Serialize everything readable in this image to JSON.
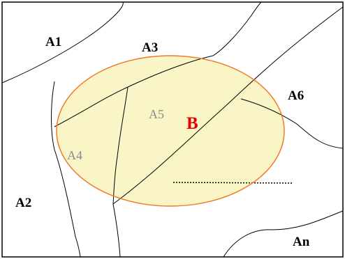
{
  "diagram": {
    "colors": {
      "border": "#000000",
      "boundary": "#000000",
      "ellipse_stroke": "#f07a2a",
      "ellipse_fill": "#faf5c6",
      "inner_label": "#8a8a8a",
      "ellipse_label": "#e60000"
    },
    "labels": {
      "a1": "A1",
      "a2": "A2",
      "a3": "A3",
      "a4": "A4",
      "a5": "A5",
      "a6": "A6",
      "an": "An",
      "b": "B"
    }
  }
}
